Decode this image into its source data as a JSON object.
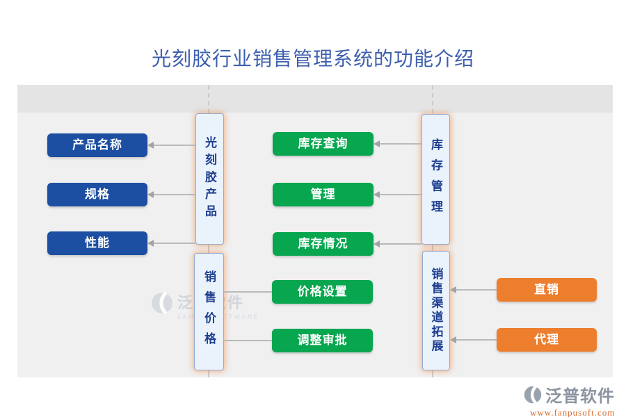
{
  "title": "光刻胶行业销售管理系统的功能介绍",
  "groups": {
    "product": {
      "label": "光刻胶产品",
      "items": [
        "产品名称",
        "规格",
        "性能"
      ]
    },
    "inventory": {
      "label": "库存管理",
      "items": [
        "库存查询",
        "管理",
        "库存情况"
      ]
    },
    "price": {
      "label": "销售价格",
      "items": [
        "价格设置",
        "调整审批"
      ]
    },
    "channel": {
      "label": "销售渠道拓展",
      "items": [
        "直销",
        "代理"
      ]
    }
  },
  "watermark": {
    "name": "泛普软件",
    "caption": "FANPU SOFTWARE"
  },
  "brand": {
    "name": "泛普软件",
    "url": "www.fanpusoft.com"
  },
  "colors": {
    "title": "#3d5fae",
    "blue_button": "#1c4fa1",
    "green_button": "#07a64f",
    "orange_button": "#ec7e2e",
    "group_box_fill": "#eaf2fc",
    "group_box_border": "#94aacb",
    "group_box_glow": "#ee8c46"
  }
}
